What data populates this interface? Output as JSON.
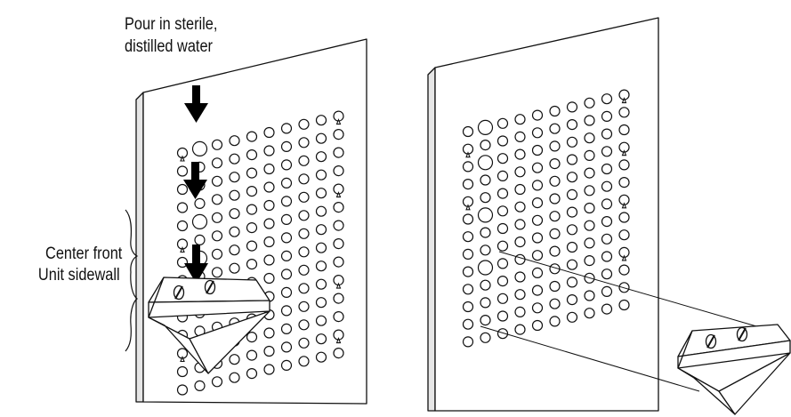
{
  "labels": {
    "pour_line1": "Pour in sterile,",
    "pour_line2": "distilled water",
    "center_front": "Center front",
    "unit_sidewall": "Unit sidewall"
  },
  "colors": {
    "line": "#111111",
    "panel_fill": "#ffffff",
    "panel_edge_fill": "#e6e6e6",
    "arrow": "#000000"
  },
  "icons": {
    "arrow": "down-arrow-icon",
    "screw": "slotted-screw-icon",
    "hole": "circular-hole",
    "keyhole": "keyhole-slot"
  }
}
